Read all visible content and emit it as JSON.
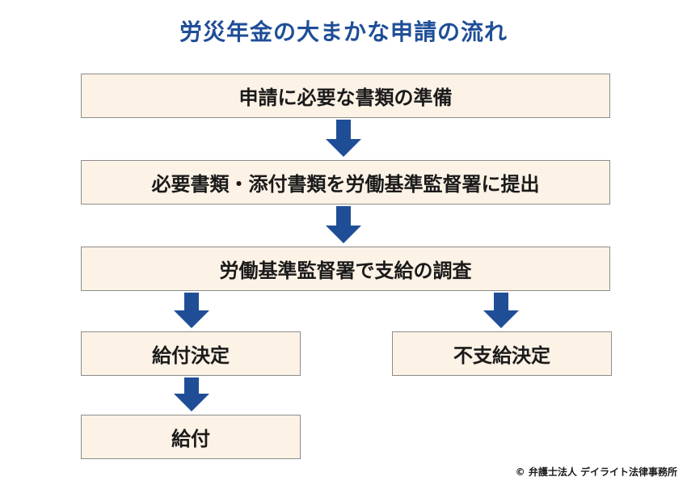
{
  "title": "労災年金の大まかな申請の流れ",
  "steps": {
    "prepare": "申請に必要な書類の準備",
    "submit": "必要書類・添付書類を労働基準監督署に提出",
    "investigate": "労働基準監督署で支給の調査",
    "approved": "給付決定",
    "rejected": "不支給決定",
    "payment": "給付"
  },
  "copyright": "© 弁護士法人 デイライト法律事務所",
  "colors": {
    "title": "#1f4e97",
    "arrow": "#1f4e97",
    "box_fill": "#fdf2e6",
    "box_border": "#8c8c8c"
  }
}
